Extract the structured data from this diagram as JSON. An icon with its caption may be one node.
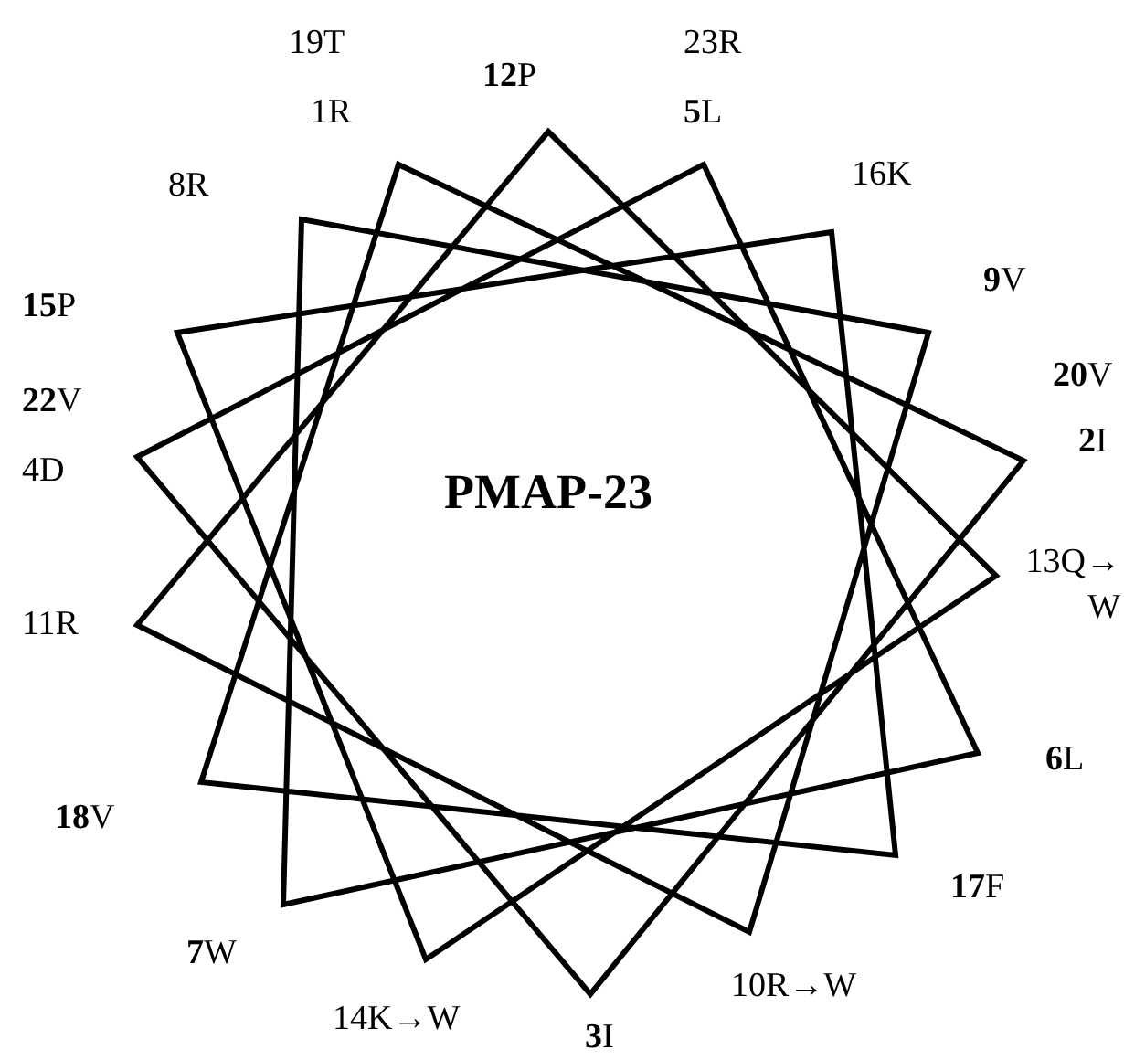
{
  "diagram": {
    "labels": [
      "19T",
      "23R",
      "**12**P",
      "1R",
      "**5**L",
      "8R",
      "16K",
      "**9**V",
      "**15**P",
      "**20**V",
      "**22**V",
      "**2**I",
      "4D",
      "PMAP-23",
      "13Q→W",
      "11R",
      "**6**L",
      "**18**V",
      "**17**F",
      "**7**W",
      "10R→W",
      "14K→W",
      "**3**I"
    ]
  }
}
